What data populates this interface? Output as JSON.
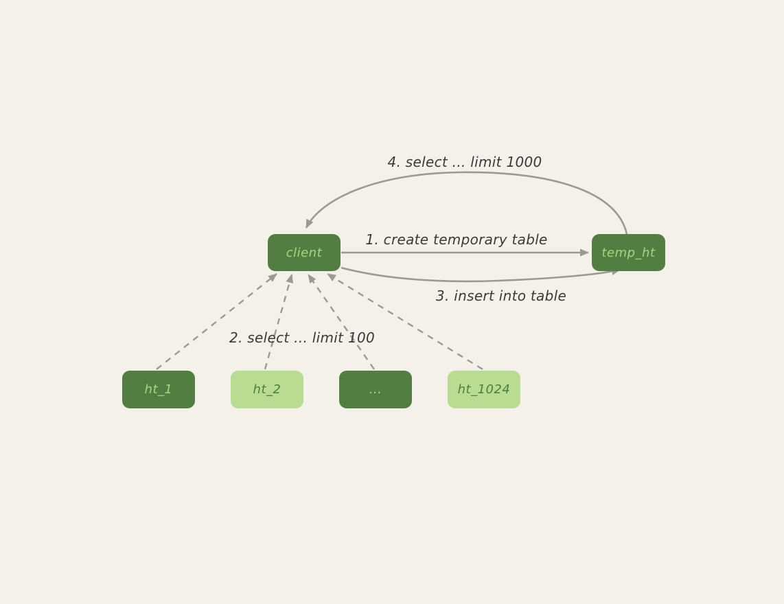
{
  "diagram": {
    "background_color": "#f3f1ea",
    "colors": {
      "node_dark_green": "#527f41",
      "node_light_green": "#b9dc92",
      "node_dark_text": "#4f7d3c",
      "node_light_text": "#a9d47f",
      "arrow_gray": "#9a9a95",
      "label_text": "#3a3a38"
    },
    "nodes": {
      "client": {
        "label": "client"
      },
      "temp_ht": {
        "label": "temp_ht"
      },
      "ht_1": {
        "label": "ht_1"
      },
      "ht_2": {
        "label": "ht_2"
      },
      "ht_dots": {
        "label": "..."
      },
      "ht_1024": {
        "label": "ht_1024"
      }
    },
    "edges": {
      "step1": {
        "label": "1. create temporary table",
        "from": "client",
        "to": "temp_ht",
        "style": "solid-straight"
      },
      "step2": {
        "label": "2. select ... limit 100",
        "from": "ht_1..ht_1024",
        "to": "client",
        "style": "dashed"
      },
      "step3": {
        "label": "3. insert into table",
        "from": "client",
        "to": "temp_ht",
        "style": "solid-curve-bottom"
      },
      "step4": {
        "label": "4. select ... limit 1000",
        "from": "temp_ht",
        "to": "client",
        "style": "solid-curve-top"
      }
    }
  }
}
